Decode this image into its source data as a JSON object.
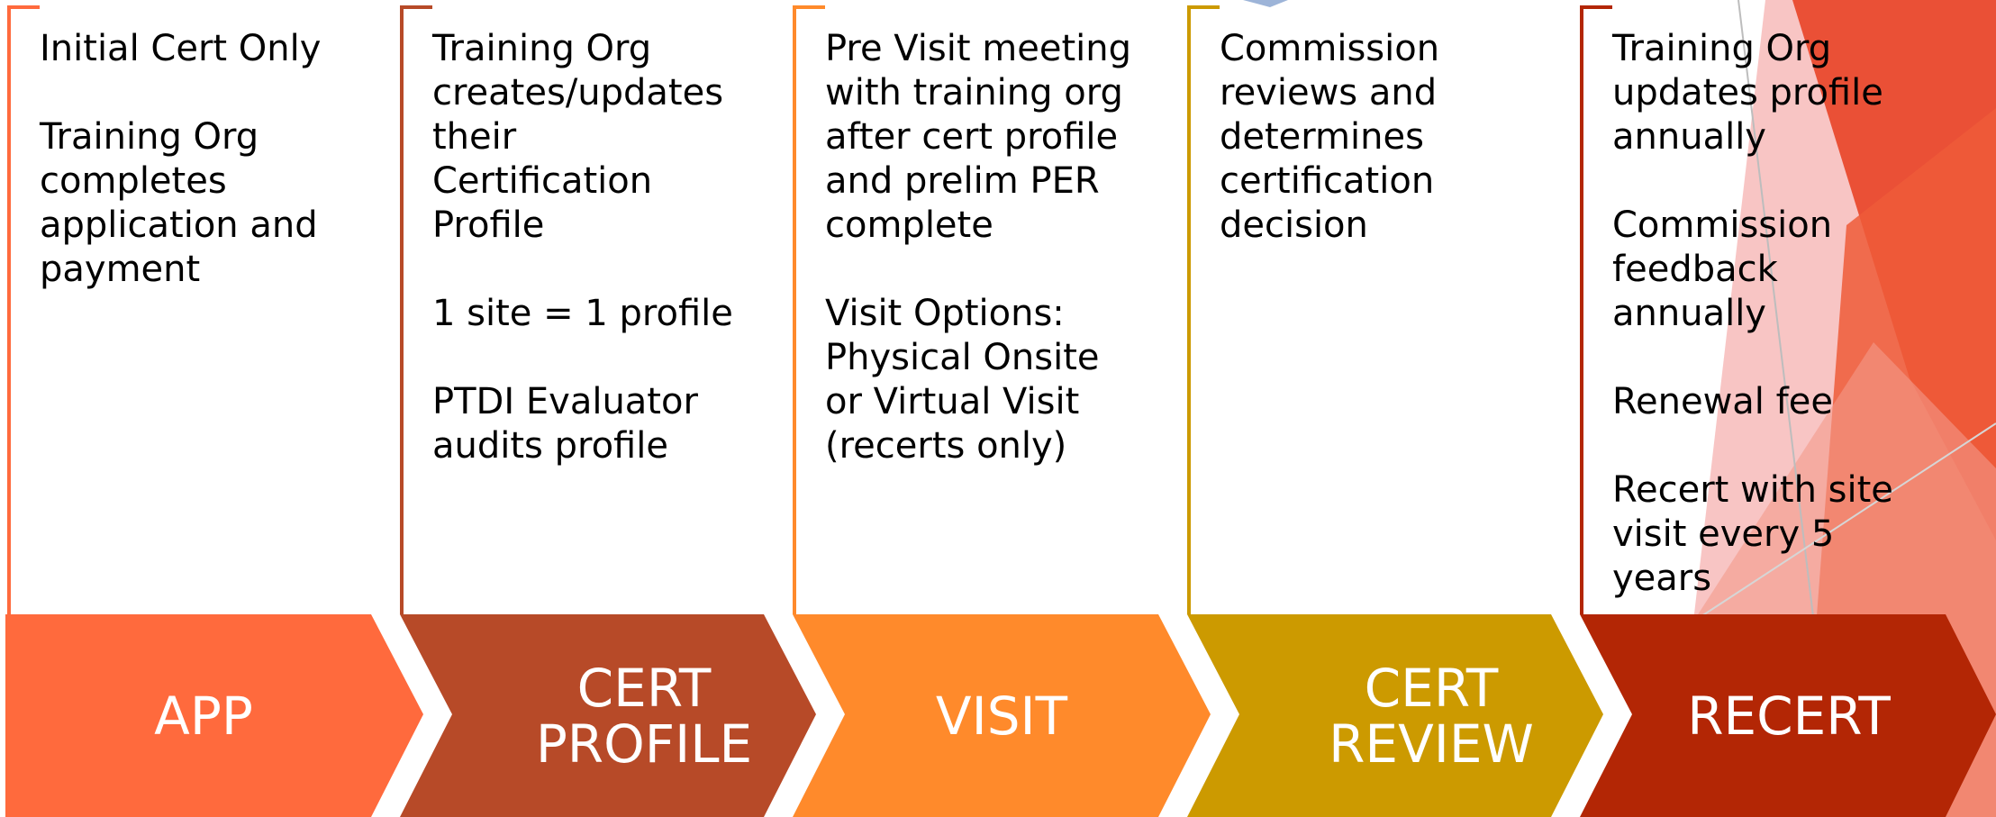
{
  "colors": {
    "app": "#FF6A3D",
    "cert_profile": "#B74A28",
    "visit": "#FF8A2B",
    "cert_review": "#CC9A00",
    "recert": "#B32605",
    "decor_red": "#E8452A",
    "decor_pink": "#F4A7A7"
  },
  "stages": [
    {
      "label": "APP",
      "items": [
        "Initial Cert Only",
        "Training Org completes application and payment"
      ]
    },
    {
      "label": "CERT PROFILE",
      "items": [
        "Training Org creates/updates their Certification Profile",
        "1 site = 1 profile",
        "PTDI Evaluator audits profile"
      ]
    },
    {
      "label": "VISIT",
      "items": [
        "Pre Visit meeting with training org after cert profile and prelim PER complete",
        "Visit Options: Physical Onsite or Virtual Visit (recerts only)"
      ]
    },
    {
      "label": "CERT REVIEW",
      "items": [
        "Commission reviews and determines certification decision"
      ]
    },
    {
      "label": "RECERT",
      "items": [
        "Training Org updates profile annually",
        "Commission feedback annually",
        "Renewal fee",
        "Recert with site visit every 5 years"
      ]
    }
  ]
}
